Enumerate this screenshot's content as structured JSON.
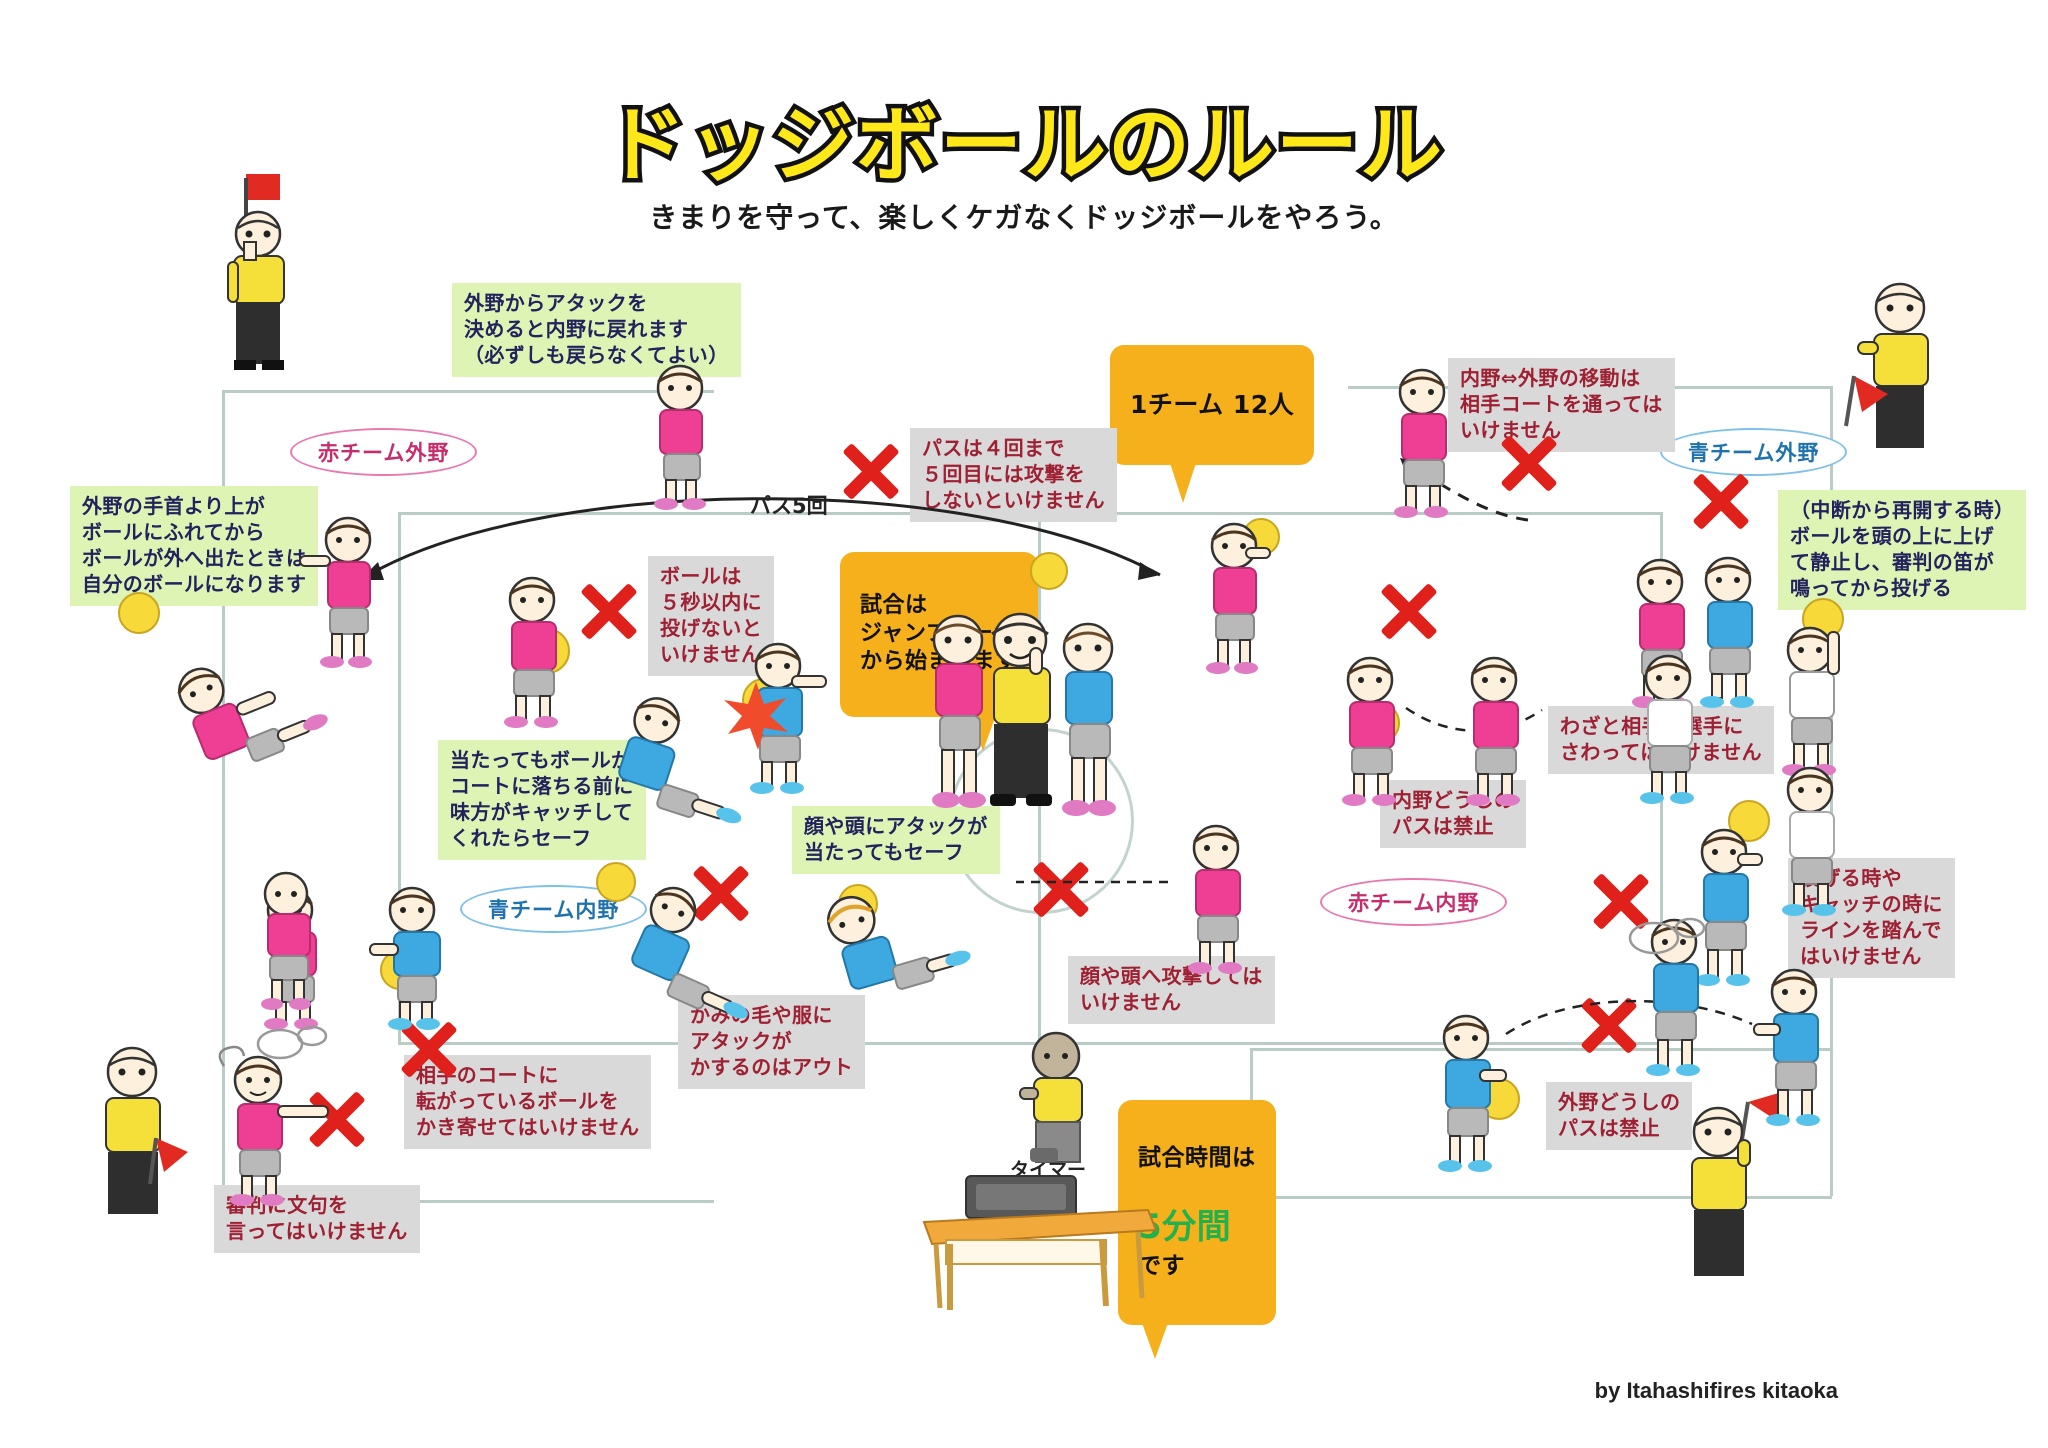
{
  "header": {
    "title": "ドッジボールのルール",
    "subtitle": "きまりを守って、楽しくケガなくドッジボールをやろう。"
  },
  "team_labels": {
    "red_outfield": "赤チーム外野",
    "blue_outfield": "青チーム外野",
    "blue_infield": "青チーム内野",
    "red_infield": "赤チーム内野"
  },
  "callouts": {
    "team_size": "1チーム 12人",
    "jump_ball": "試合は\nジャンプボール\nから始まります",
    "match_time_pre": "試合時間は",
    "match_time_value": "5分間",
    "match_time_post": "です"
  },
  "plain_text": {
    "pass5": "パス5回",
    "timer": "タイマー"
  },
  "notes": [
    {
      "id": "note-outfield-attack",
      "style": "green",
      "text": "外野からアタックを\n決めると内野に戻れます\n（必ずしも戻らなくてよい）"
    },
    {
      "id": "note-outfield-wrist",
      "style": "green",
      "text": "外野の手首より上が\nボールにふれてから\nボールが外へ出たときは\n自分のボールになります"
    },
    {
      "id": "note-pass-limit",
      "style": "gray",
      "text": "パスは４回まで\n５回目には攻撃を\nしないといけません"
    },
    {
      "id": "note-five-seconds",
      "style": "gray",
      "text": "ボールは\n５秒以内に\n投げないと\nいけません"
    },
    {
      "id": "note-teammate-catch",
      "style": "green",
      "text": "当たってもボールが\nコートに落ちる前に\n味方がキャッチして\nくれたらセーフ"
    },
    {
      "id": "note-face-safe",
      "style": "green",
      "text": "顔や頭にアタックが\n当たってもセーフ"
    },
    {
      "id": "note-hair-clothes",
      "style": "gray",
      "text": "かみの毛や服に\nアタックが\nかするのはアウト"
    },
    {
      "id": "note-no-face-attack",
      "style": "gray",
      "text": "顔や頭へ攻撃しては\nいけません"
    },
    {
      "id": "note-no-rake-ball",
      "style": "gray",
      "text": "相手のコートに\n転がっているボールを\nかき寄せてはいけません"
    },
    {
      "id": "note-no-complain-referee",
      "style": "gray",
      "text": "審判に文句を\n言ってはいけません"
    },
    {
      "id": "note-move-through-court",
      "style": "gray",
      "text": "内野⇔外野の移動は\n相手コートを通っては\nいけません"
    },
    {
      "id": "note-restart",
      "style": "green",
      "text": "（中断から再開する時）\nボールを頭の上に上げ\nて静止し、審判の笛が\n鳴ってから投げる"
    },
    {
      "id": "note-no-touch-opponent",
      "style": "gray",
      "text": "わざと相手の選手に\nさわってはいけません"
    },
    {
      "id": "note-no-infield-pass",
      "style": "gray",
      "text": "内野どうしの\nパスは禁止"
    },
    {
      "id": "note-no-line-step",
      "style": "gray",
      "text": "投げる時や\nキャッチの時に\nラインを踏んで\nはいけません"
    },
    {
      "id": "note-no-outfield-pass",
      "style": "gray",
      "text": "外野どうしの\nパスは禁止"
    }
  ],
  "credit": "by  Itahashifires   kitaoka",
  "colors": {
    "title_fill": "#ffe81a",
    "title_stroke": "#111111",
    "note_green_bg": "#ddf4b4",
    "note_green_text": "#23225e",
    "note_gray_bg": "#d9d9d9",
    "note_gray_text": "#9e2032",
    "callout_bg": "#f5b01c",
    "x_mark": "#e0201b",
    "court_line": "#b9ccc5",
    "ball": "#f7d93a",
    "red_team": "#e8338c",
    "blue_team": "#34a5dd"
  }
}
